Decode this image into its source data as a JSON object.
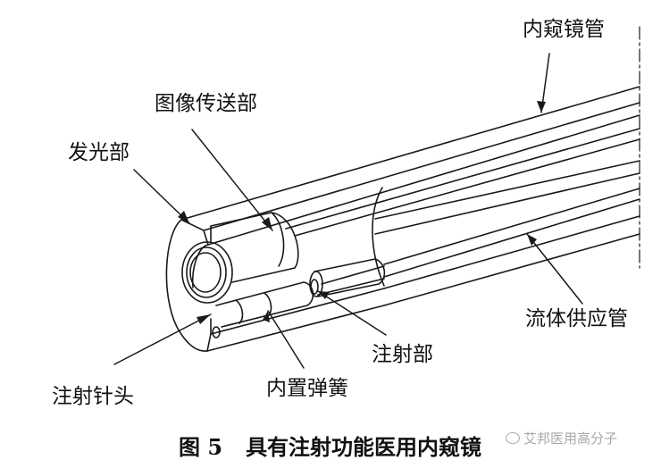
{
  "labels": {
    "endoscope_tube": "内窥镜管",
    "image_transmission": "图像传送部",
    "light_emitting": "发光部",
    "fluid_supply_tube": "流体供应管",
    "injection_part": "注射部",
    "injection_needle": "注射针头",
    "internal_spring": "内置弹簧"
  },
  "caption": {
    "figure_no": "图 5",
    "title": "具有注射功能医用内窥镜"
  },
  "watermark": "艾邦医用高分子",
  "colors": {
    "line": "#1a1a1a",
    "watermark": "#9a9a9a"
  }
}
